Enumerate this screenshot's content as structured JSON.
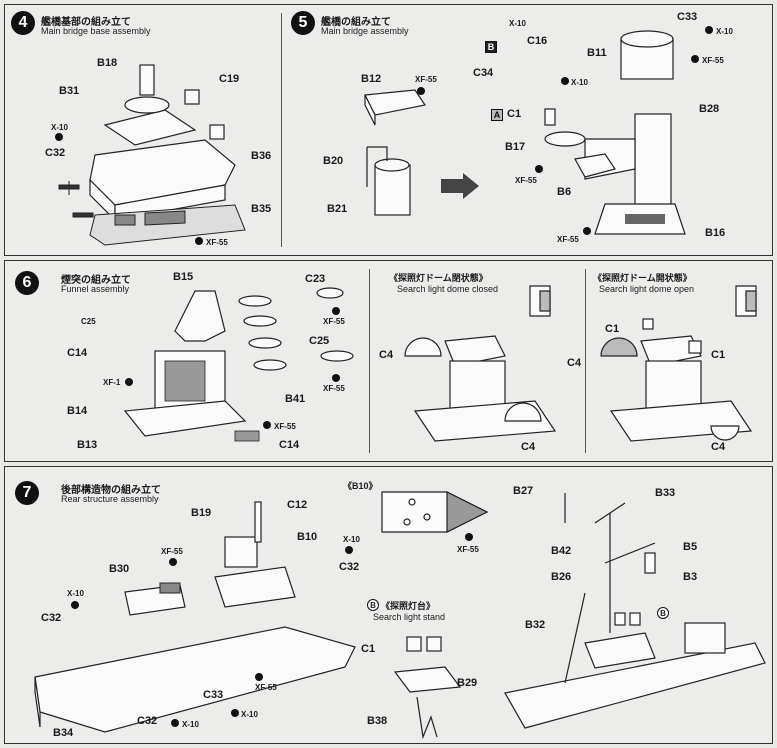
{
  "step4": {
    "number": "4",
    "title_jp": "艦橋基部の組み立て",
    "title_en": "Main bridge base assembly",
    "labels": [
      "B18",
      "B31",
      "C19",
      "X-10",
      "C32",
      "B36",
      "B35",
      "XF-55"
    ]
  },
  "step5": {
    "number": "5",
    "title_jp": "艦橋の組み立て",
    "title_en": "Main bridge assembly",
    "labels": [
      "B12",
      "XF-55",
      "B20",
      "B21",
      "X-10",
      "B",
      "C16",
      "C34",
      "X-10",
      "A",
      "C1",
      "B17",
      "XF-55",
      "B6",
      "XF-55",
      "C33",
      "X-10",
      "B11",
      "XF-55",
      "B28",
      "B16"
    ]
  },
  "step6": {
    "number": "6",
    "title_jp": "煙突の組み立て",
    "title_en": "Funnel assembly",
    "labels": [
      "B15",
      "C23",
      "XF-55",
      "C14",
      "C25",
      "XF-1",
      "B41",
      "XF-55",
      "B14",
      "XF-55",
      "B13",
      "C14"
    ],
    "closed_jp": "《探照灯ドーム閉状態》",
    "closed_en": "Search light dome closed",
    "open_jp": "《探照灯ドーム開状態》",
    "open_en": "Search light dome open",
    "closed_labels": [
      "C4",
      "C4"
    ],
    "open_labels": [
      "C1",
      "C4",
      "C1",
      "C4"
    ]
  },
  "step7": {
    "number": "7",
    "title_jp": "後部構造物の組み立て",
    "title_en": "Rear structure assembly",
    "labels": [
      "B19",
      "C12",
      "B10",
      "X-10",
      "XF-55",
      "C32",
      "B30",
      "X-10",
      "C32",
      "C33",
      "XF-55",
      "C32",
      "X-10",
      "B34",
      "X-10"
    ],
    "b10_title": "《B10》",
    "b10_paint": "XF-55",
    "stand_tag": "B",
    "stand_jp": "《探照灯台》",
    "stand_en": "Search light stand",
    "stand_labels": [
      "C1",
      "B29",
      "B38"
    ],
    "mast_labels": [
      "B27",
      "B33",
      "B42",
      "B5",
      "B26",
      "B3",
      "B32",
      "B"
    ]
  }
}
